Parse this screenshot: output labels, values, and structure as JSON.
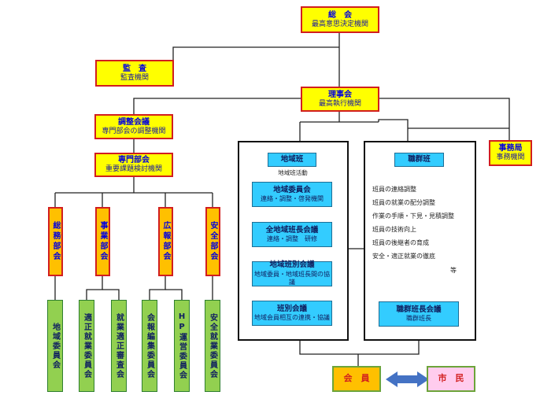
{
  "top": {
    "title": "総　会",
    "subtitle": "最高意思決定機関"
  },
  "audit": {
    "title": "監　査",
    "subtitle": "監査機関"
  },
  "board": {
    "title": "理事会",
    "subtitle": "最高執行機関"
  },
  "coord": {
    "title": "調整会議",
    "subtitle": "専門部会の調整機関"
  },
  "specialist": {
    "title": "専門部会",
    "subtitle": "重要課題検討機関"
  },
  "office": {
    "title": "事務局",
    "subtitle": "事務機関"
  },
  "departments": [
    {
      "label": "総務部会"
    },
    {
      "label": "事業部会"
    },
    {
      "label": "広報部会"
    },
    {
      "label": "安全部会"
    }
  ],
  "committees": [
    {
      "label": "地域委員会"
    },
    {
      "label": "適正就業委員会"
    },
    {
      "label": "就業適正審査会"
    },
    {
      "label": "会報編集委員会"
    },
    {
      "label": "HP運営委員会"
    },
    {
      "label": "安全就業委員会"
    }
  ],
  "area": {
    "title": "地域班",
    "subtitle": "地域班活動",
    "items": [
      {
        "title": "地域委員会",
        "subtitle": "連絡・調整・啓発機関"
      },
      {
        "title": "全地域班長会議",
        "subtitle": "連絡・調整　研修"
      },
      {
        "title": "地域班別会議",
        "subtitle": "地域委員・地域班長間の協議"
      },
      {
        "title": "班別会議",
        "subtitle": "地域会員相互の連携・協議"
      }
    ]
  },
  "occupation": {
    "title": "職群班",
    "tasks": [
      "班員の連絡調整",
      "班員の就業の配分調整",
      "作業の手順・下見・見積調整",
      "班員の技術向上",
      "班員の後継者の育成",
      "安全・適正就業の徹底"
    ],
    "etc": "等",
    "leaders": {
      "title": "職群班長会議",
      "subtitle": "職群班長"
    }
  },
  "member": {
    "label": "会　員"
  },
  "citizen": {
    "label": "市　民"
  },
  "colors": {
    "yellow": "#ffff00",
    "orange": "#ffc000",
    "green": "#92d050",
    "cyan": "#33ccff",
    "pink": "#ffccee",
    "border_red": "#d21e1e",
    "arrow_blue": "#4472c4"
  }
}
